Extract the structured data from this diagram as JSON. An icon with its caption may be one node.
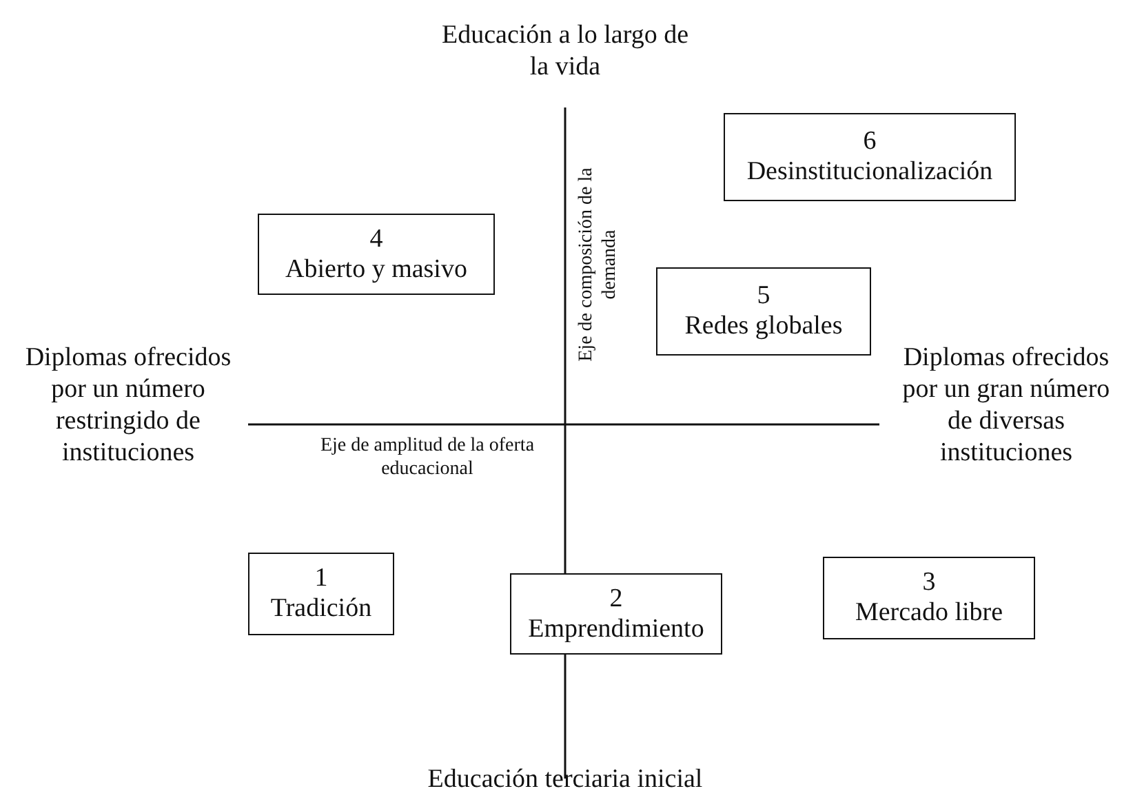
{
  "diagram": {
    "nodes": [
      {
        "text": [
          "6",
          "Desinstitucionalización"
        ]
      },
      {
        "text": [
          "4",
          "Abierto y masivo"
        ]
      },
      {
        "text": [
          "5",
          "Redes globales"
        ]
      },
      {
        "text": [
          "1",
          "Tradición"
        ]
      },
      {
        "text": [
          "2",
          "Emprendimiento"
        ]
      },
      {
        "text": [
          "3",
          "Mercado libre"
        ]
      }
    ],
    "edges": [],
    "labels": [
      "Educación a lo largo de la vida",
      "Eje de composición de la demanda",
      "Diplomas ofrecidos por un número restringido de instituciones",
      "Diplomas ofrecidos por un gran número de diversas instituciones",
      "Eje de amplitud de la oferta educacional",
      "Educación terciaria inicial"
    ]
  }
}
